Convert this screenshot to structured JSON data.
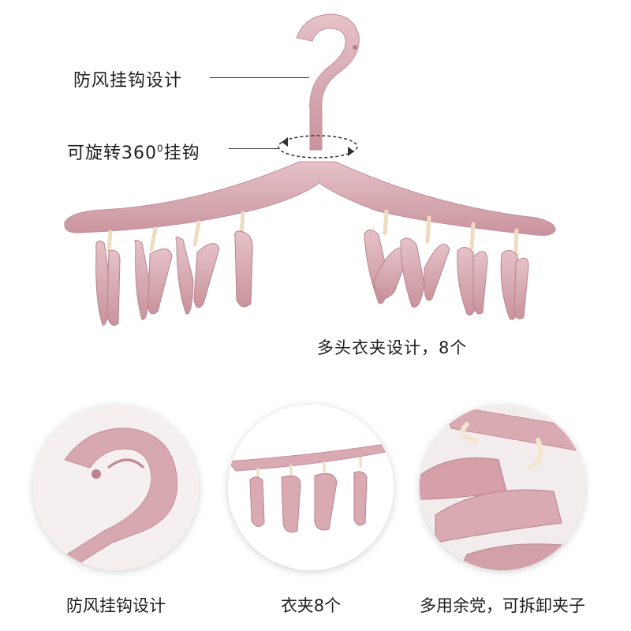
{
  "annotations": {
    "hook_design": "防风挂钩设计",
    "rotate_prefix": "可旋转360",
    "rotate_sup": "0",
    "rotate_suffix": "挂钩",
    "clips_design": "多头衣夹设计，8个"
  },
  "captions": [
    "防风挂钩设计",
    "衣夹8个",
    "多用余党，可拆卸夹子"
  ],
  "colors": {
    "hanger_pink": "#d9aab2",
    "hanger_dark": "#c48e98",
    "clip_cream": "#f3e6d0"
  }
}
